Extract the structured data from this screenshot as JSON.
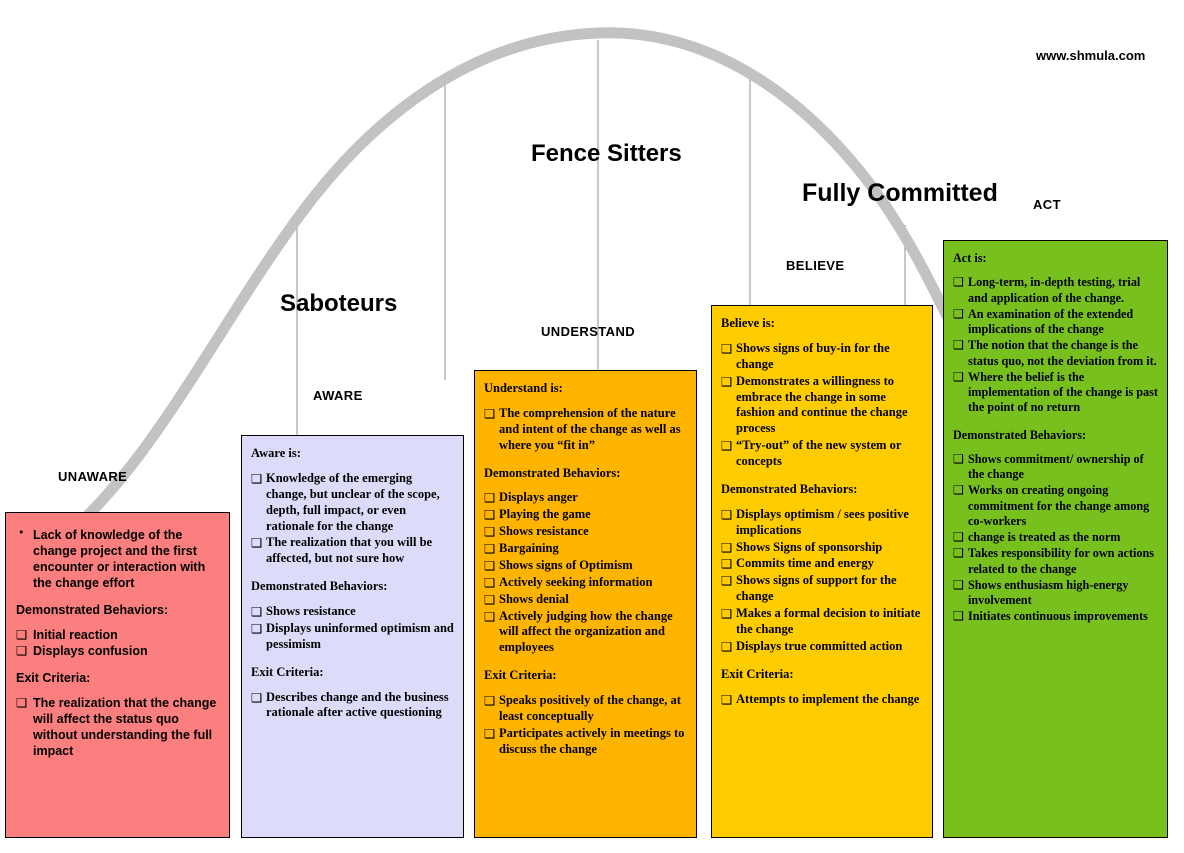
{
  "site_url": "www.shmula.com",
  "group_labels": [
    {
      "id": "saboteurs",
      "text": "Saboteurs"
    },
    {
      "id": "fence-sitters",
      "text": "Fence Sitters"
    },
    {
      "id": "fully-committed",
      "text": "Fully Committed"
    }
  ],
  "phase_ticks": [
    {
      "id": "unaware",
      "text": "UNAWARE"
    },
    {
      "id": "aware",
      "text": "AWARE"
    },
    {
      "id": "understand",
      "text": "UNDERSTAND"
    },
    {
      "id": "believe",
      "text": "BELIEVE"
    },
    {
      "id": "act",
      "text": "ACT"
    }
  ],
  "colors": {
    "unaware": "#FC7F7F",
    "aware": "#DCDCFA",
    "understand": "#FFB400",
    "believe": "#FFCC00",
    "act": "#77C01E",
    "curve": "#BFBFBF",
    "tick_line": "#909090"
  },
  "checkbox_glyph": "❑",
  "bullet_glyph": "•",
  "boxes": {
    "unaware": {
      "lead_items": [
        "Lack of knowledge of the change project and the first encounter or interaction with the change effort"
      ],
      "behaviors_heading": "Demonstrated Behaviors:",
      "behaviors": [
        "Initial reaction",
        "Displays confusion"
      ],
      "exit_heading": "Exit Criteria:",
      "exit": [
        "The realization that the change will affect the status quo without understanding the full impact"
      ]
    },
    "aware": {
      "definition_heading": "Aware is:",
      "definition": [
        "Knowledge of the emerging change, but unclear of the scope, depth, full impact, or even rationale for the change",
        "The realization that you will be affected, but not sure how"
      ],
      "behaviors_heading": "Demonstrated Behaviors:",
      "behaviors": [
        "Shows resistance",
        "Displays uninformed optimism and pessimism"
      ],
      "exit_heading": "Exit Criteria:",
      "exit": [
        "Describes change and the business rationale after active questioning"
      ]
    },
    "understand": {
      "definition_heading": "Understand is:",
      "definition": [
        "The comprehension of the nature and intent of the change as well as where you “fit in”"
      ],
      "behaviors_heading": "Demonstrated Behaviors:",
      "behaviors": [
        "Displays anger",
        "Playing the game",
        "Shows resistance",
        "Bargaining",
        "Shows signs of Optimism",
        "Actively seeking information",
        "Shows denial",
        "Actively judging how the change will affect the organization and employees"
      ],
      "exit_heading": "Exit Criteria:",
      "exit": [
        "Speaks positively of the change, at least conceptually",
        "Participates actively in meetings to discuss the change"
      ]
    },
    "believe": {
      "definition_heading": "Believe is:",
      "definition": [
        "Shows signs of buy-in for the change",
        "Demonstrates a willingness to embrace the change in some fashion and continue the change process",
        "“Try-out” of the new system or concepts"
      ],
      "behaviors_heading": "Demonstrated Behaviors:",
      "behaviors": [
        "Displays optimism / sees positive implications",
        "Shows Signs of sponsorship",
        "Commits time and energy",
        "Shows signs of support for the change",
        "Makes a formal decision to initiate the change",
        "Displays true committed action"
      ],
      "exit_heading": "Exit Criteria:",
      "exit": [
        "Attempts to implement the change"
      ]
    },
    "act": {
      "definition_heading": "Act is:",
      "definition": [
        "Long-term, in-depth testing, trial and application of the change.",
        "An examination of the extended implications of the change",
        "The notion that the change is the status quo, not the deviation from it.",
        "Where the belief is the implementation of the change is past the point of no return"
      ],
      "behaviors_heading": "Demonstrated Behaviors:",
      "behaviors": [
        "Shows commitment/ ownership of the change",
        "Works on creating ongoing commitment for the change among co-workers",
        "change is treated as the norm",
        "Takes responsibility for own actions related to the change",
        "Shows enthusiasm high-energy involvement",
        "Initiates continuous improvements"
      ]
    }
  }
}
